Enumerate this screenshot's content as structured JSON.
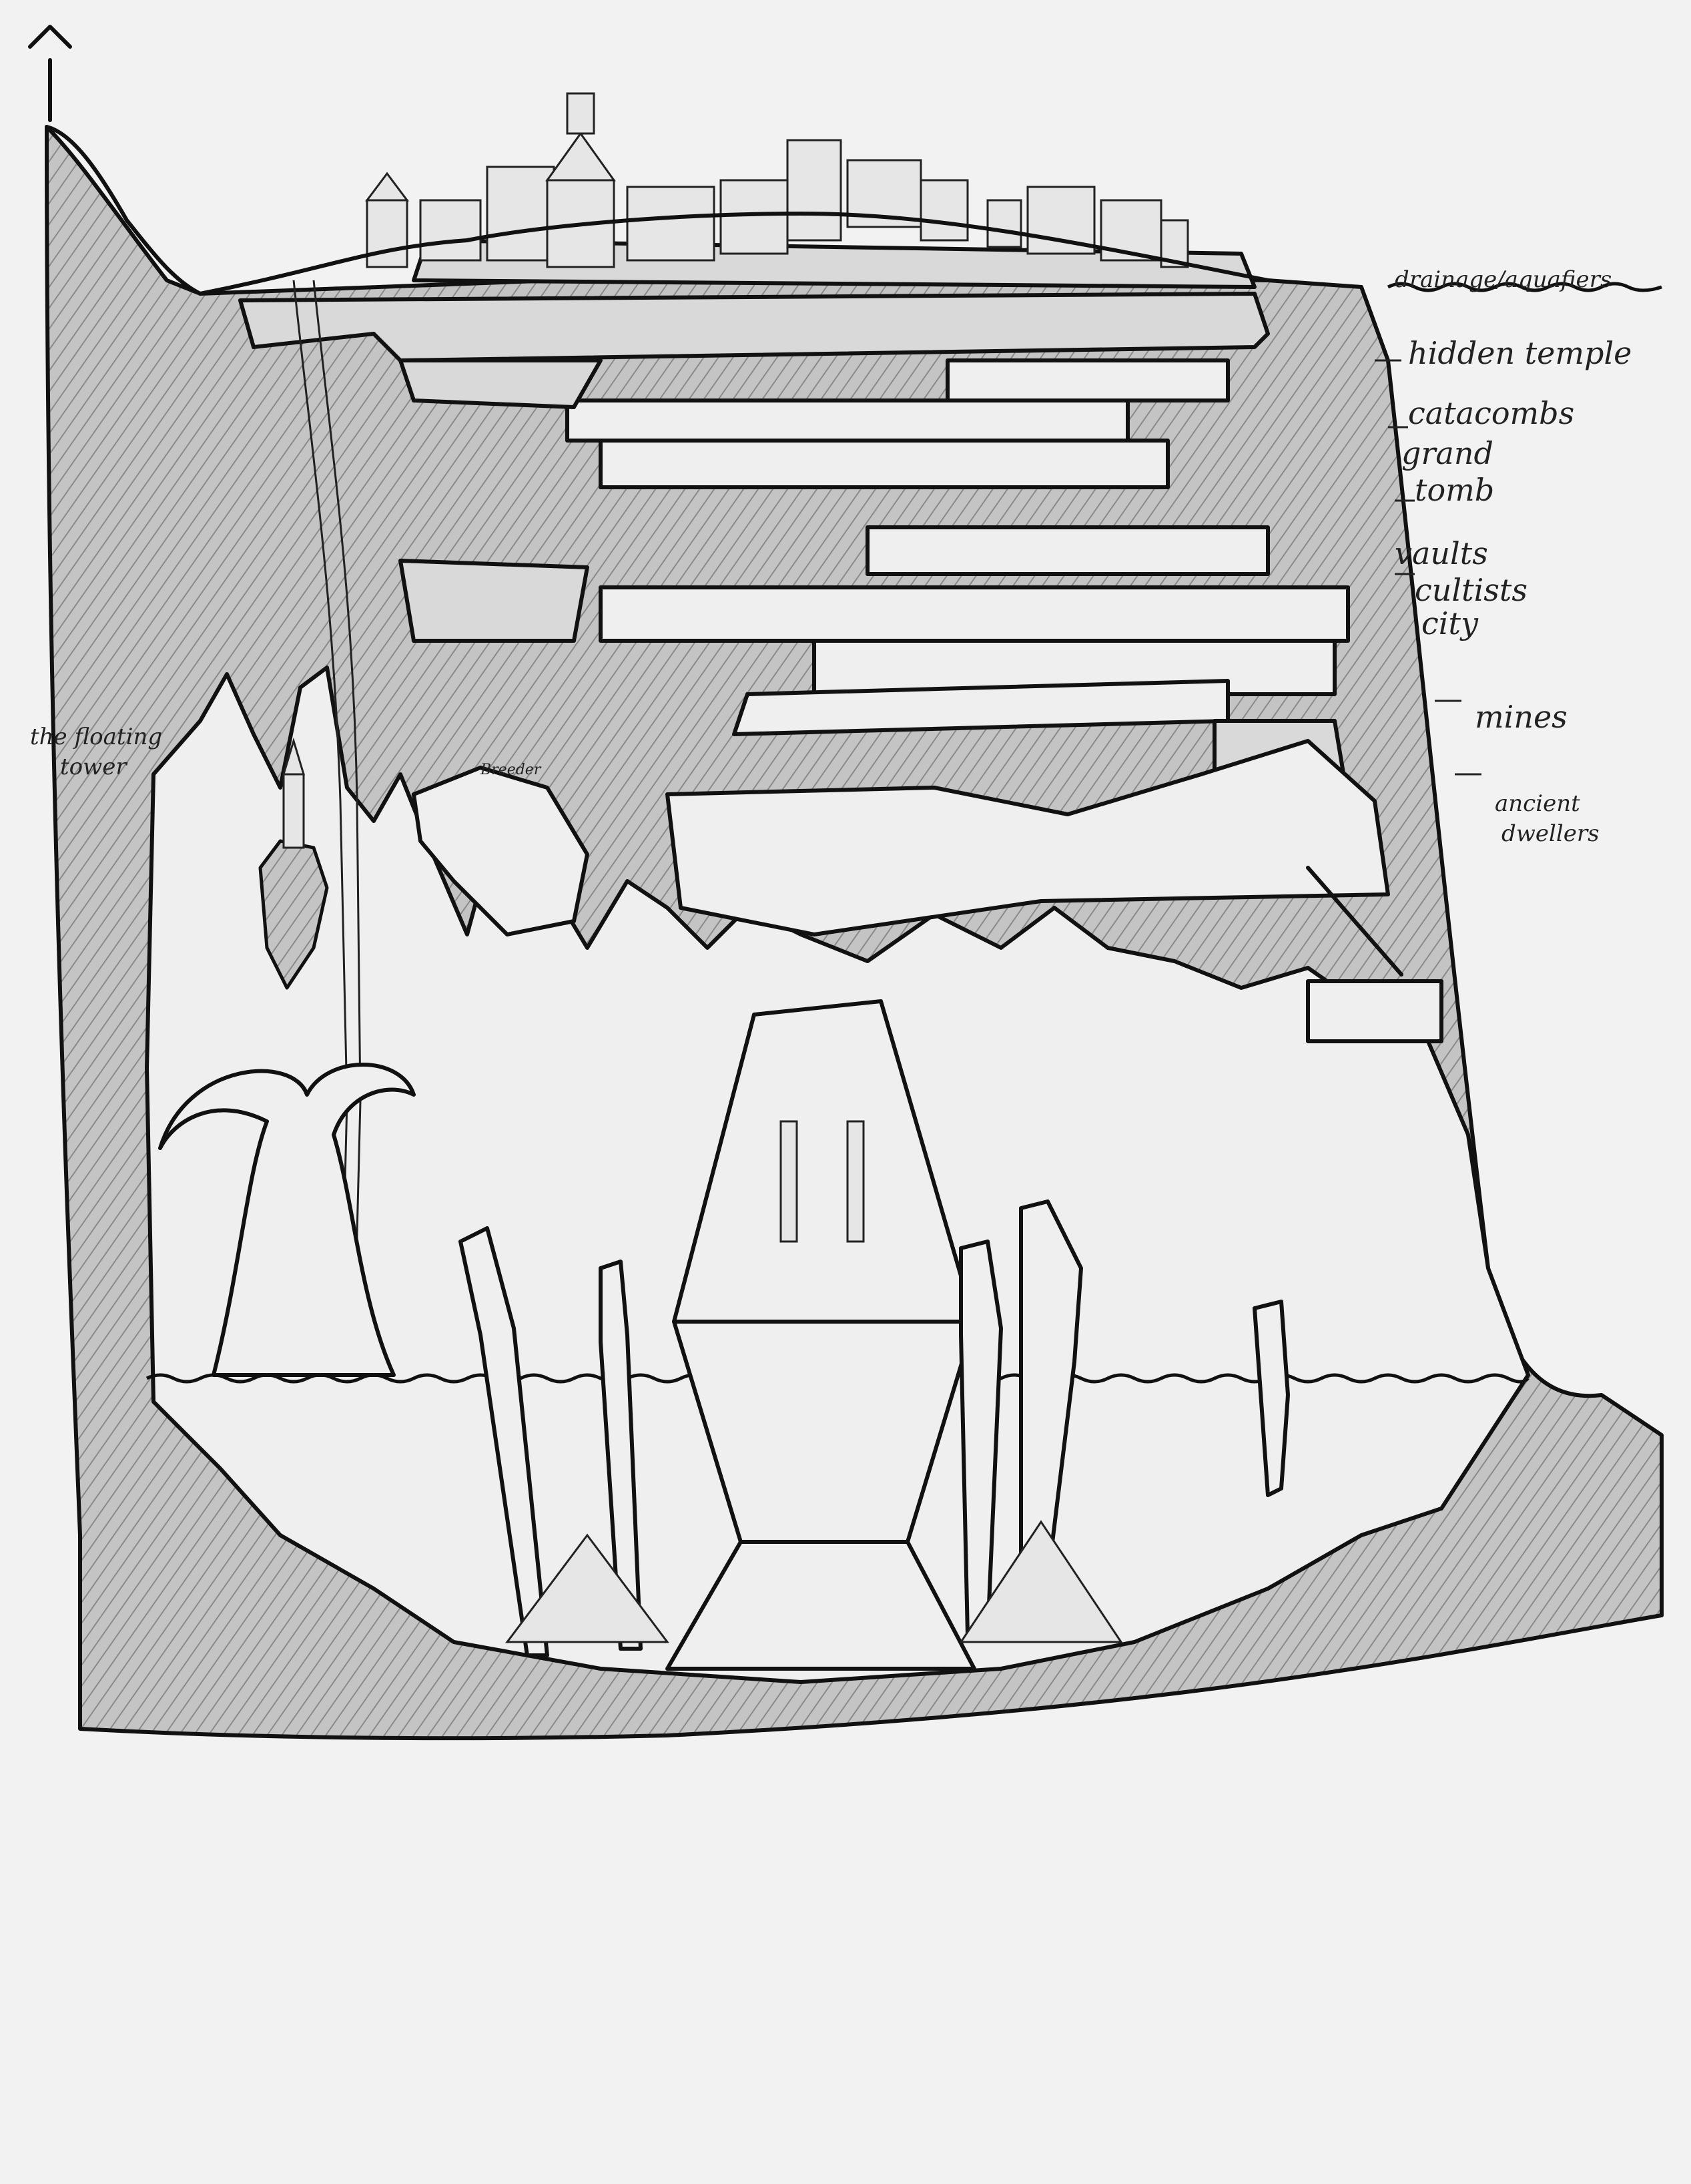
{
  "diagram": {
    "labels": {
      "drainage": "drainage/aquafiers",
      "hidden_temple": "hidden temple",
      "catacombs": "catacombs",
      "grand_tomb_1": "grand",
      "grand_tomb_2": "tomb",
      "vaults": "vaults",
      "cultists_city_1": "cultists",
      "cultists_city_2": "city",
      "mines": "mines",
      "ancient_dwellers_1": "ancient",
      "ancient_dwellers_2": "dwellers",
      "floating_tower_1": "the floating",
      "floating_tower_2": "tower",
      "breeder": "Breeder"
    },
    "colors": {
      "ink": "#111111",
      "paper": "#f2f2f2",
      "rock_shade": "#bdbdbd",
      "room_fill": "#d9d9d9"
    }
  }
}
